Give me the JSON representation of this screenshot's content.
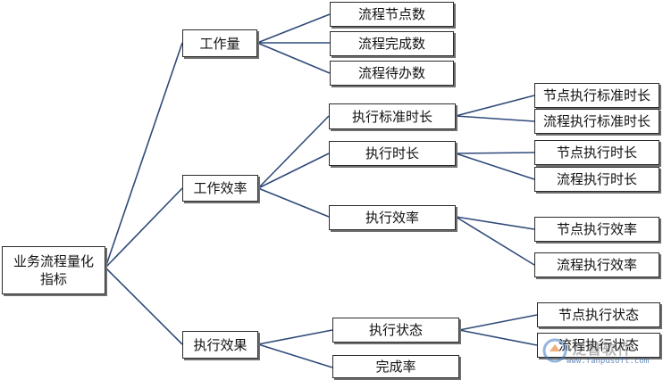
{
  "diagram": {
    "type": "tree",
    "root": {
      "label_line1": "业务流程量化",
      "label_line2": "指标"
    },
    "categories": [
      {
        "label": "工作量",
        "children": [
          {
            "label": "流程节点数"
          },
          {
            "label": "流程完成数"
          },
          {
            "label": "流程待办数"
          }
        ]
      },
      {
        "label": "工作效率",
        "children": [
          {
            "label": "执行标准时长",
            "children": [
              {
                "label": "节点执行标准时长"
              },
              {
                "label": "流程执行标准时长"
              }
            ]
          },
          {
            "label": "执行时长",
            "children": [
              {
                "label": "节点执行时长"
              },
              {
                "label": "流程执行时长"
              }
            ]
          },
          {
            "label": "执行效率",
            "children": [
              {
                "label": "节点执行效率"
              },
              {
                "label": "流程执行效率"
              }
            ]
          }
        ]
      },
      {
        "label": "执行效果",
        "children": [
          {
            "label": "执行状态",
            "children": [
              {
                "label": "节点执行状态"
              },
              {
                "label": "流程执行状态"
              }
            ]
          },
          {
            "label": "完成率"
          }
        ]
      }
    ]
  },
  "colors": {
    "connector": "#2f4a78",
    "border": "#2b2b2b",
    "shadow": "#6f6f6f"
  },
  "watermark": {
    "text": "泛普软件",
    "url": "www.fanpusoft.com"
  }
}
